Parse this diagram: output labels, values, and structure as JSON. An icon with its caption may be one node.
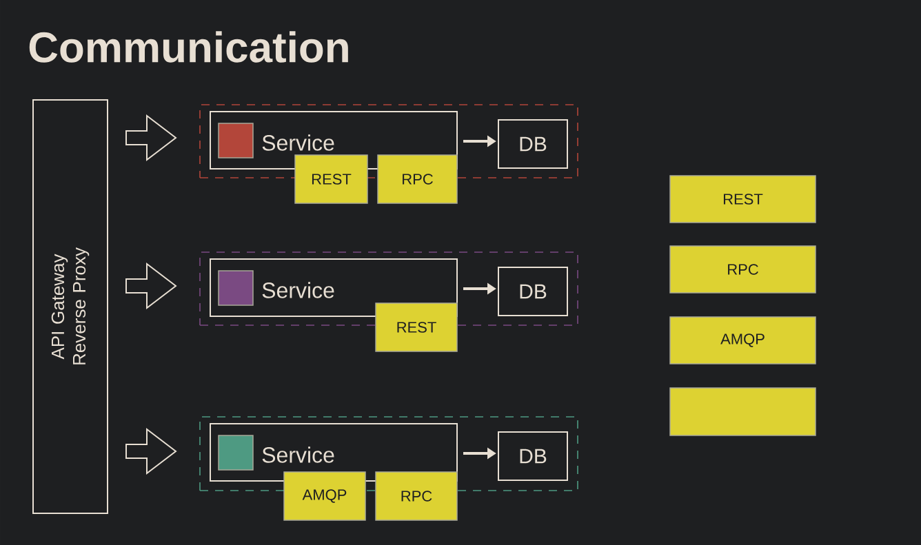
{
  "diagram": {
    "title": "Communication",
    "nodes": [
      {
        "text": [
          "API Gateway Reverse Proxy"
        ]
      },
      {
        "text": [],
        "shape": "box"
      },
      {
        "text": [
          "Service"
        ],
        "in": 1
      },
      {
        "text": [
          "DB"
        ],
        "in": 1
      },
      {
        "text": [
          "REST"
        ]
      },
      {
        "text": [
          "RPC"
        ]
      },
      {
        "text": [],
        "shape": "box"
      },
      {
        "text": [
          "Service"
        ],
        "in": 6
      },
      {
        "text": [
          "DB"
        ],
        "in": 6
      },
      {
        "text": [
          "REST"
        ]
      },
      {
        "text": [],
        "shape": "box"
      },
      {
        "text": [
          "Service"
        ],
        "in": 10
      },
      {
        "text": [
          "DB"
        ],
        "in": 10
      },
      {
        "text": [
          "AMQP"
        ]
      },
      {
        "text": [
          "RPC"
        ]
      },
      {
        "text": [
          "REST"
        ]
      },
      {
        "text": [
          "RPC"
        ]
      },
      {
        "text": [
          "AMQP"
        ]
      },
      {
        "text": [],
        "shape": "box"
      }
    ],
    "edges": [
      {
        "from": 0,
        "to": 1,
        "arrow": "to"
      },
      {
        "from": 0,
        "to": 6,
        "arrow": "to"
      },
      {
        "from": 0,
        "to": 10,
        "arrow": "to"
      },
      {
        "from": 2,
        "to": 3,
        "arrow": "to"
      },
      {
        "from": 7,
        "to": 8,
        "arrow": "to"
      },
      {
        "from": 11,
        "to": 12,
        "arrow": "to"
      }
    ]
  }
}
